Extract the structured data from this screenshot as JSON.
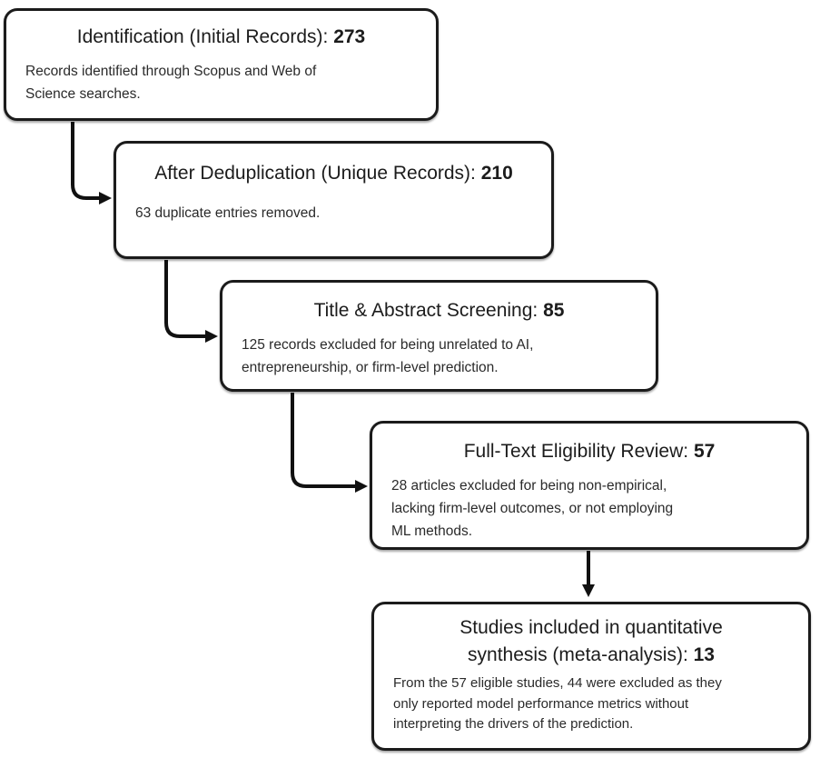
{
  "diagram_type": "study-selection-flowchart",
  "colors": {
    "background": "#ffffff",
    "box_fill": "#ffffff",
    "box_border": "#1b1b1b",
    "arrow": "#111111",
    "text": "#1c1c1c"
  },
  "boxes": [
    {
      "id": "identification",
      "title": "Identification (Initial Records): ",
      "count": "273",
      "body": "Records identified through Scopus and Web of\nScience searches."
    },
    {
      "id": "deduplication",
      "title": "After Deduplication (Unique Records): ",
      "count": "210",
      "body": "63 duplicate entries removed."
    },
    {
      "id": "title-abstract-screening",
      "title": "Title & Abstract Screening: ",
      "count": "85",
      "body": "125 records excluded for being unrelated to AI,\nentrepreneurship, or firm-level prediction."
    },
    {
      "id": "full-text-eligibility",
      "title": "Full-Text Eligibility Review: ",
      "count": "57",
      "body": "28 articles excluded for being non-empirical,\nlacking firm-level outcomes, or not employing\nML methods."
    },
    {
      "id": "included-studies",
      "title": "Studies included in quantitative\nsynthesis (meta-analysis): ",
      "count": "13",
      "body": "From the 57 eligible studies, 44 were excluded as they\nonly reported model performance metrics without\ninterpreting the drivers of the prediction."
    }
  ]
}
